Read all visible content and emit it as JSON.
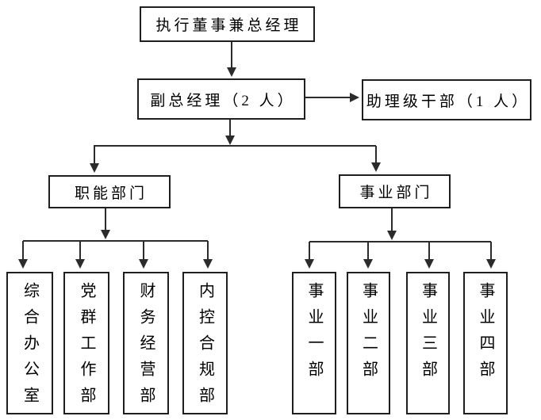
{
  "diagram": {
    "type": "org-chart",
    "nodes": {
      "root": {
        "label": "执行董事兼总经理"
      },
      "deputy_gm": {
        "label": "副总经理（2 人）"
      },
      "assistant_cadre": {
        "label": "助理级干部（1 人）"
      },
      "functional_dept": {
        "label": "职能部门"
      },
      "business_dept": {
        "label": "事业部门"
      },
      "functional_children": [
        {
          "label": "综合办公室"
        },
        {
          "label": "党群工作部"
        },
        {
          "label": "财务经营部"
        },
        {
          "label": "内控合规部"
        }
      ],
      "business_children": [
        {
          "label": "事业一部"
        },
        {
          "label": "事业二部"
        },
        {
          "label": "事业三部"
        },
        {
          "label": "事业四部"
        }
      ]
    },
    "edges": [
      "root -> deputy_gm",
      "deputy_gm -> assistant_cadre",
      "deputy_gm -> functional_dept",
      "deputy_gm -> business_dept",
      "functional_dept -> functional_children",
      "business_dept -> business_children"
    ]
  },
  "colors": {
    "line": "#2b2b2b",
    "border": "#1f1f1f",
    "text": "#000000",
    "background": "#ffffff"
  }
}
